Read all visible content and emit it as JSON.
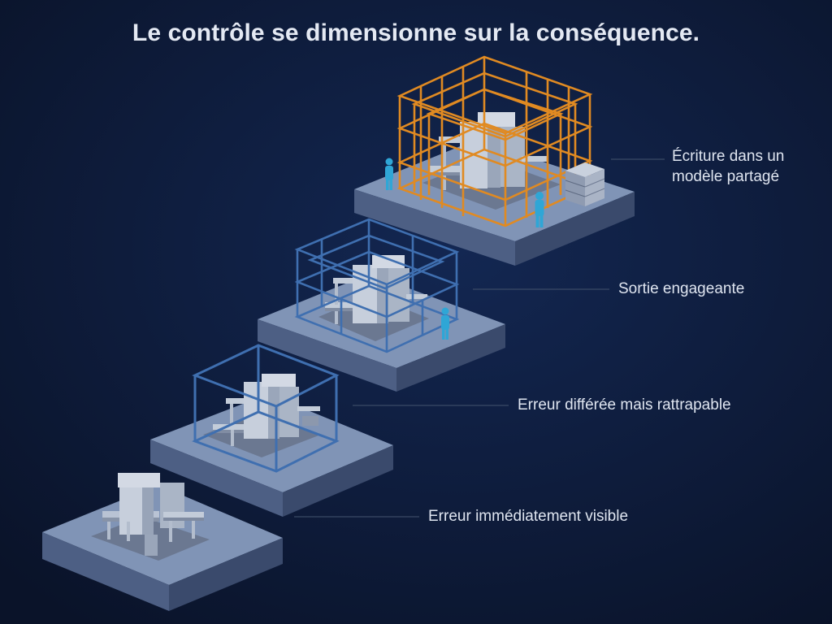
{
  "title": "Le contrôle se dimensionne sur la conséquence.",
  "levels": [
    {
      "label": "Erreur immédiatement visible"
    },
    {
      "label": "Erreur différée mais rattrapable"
    },
    {
      "label": "Sortie engageante"
    },
    {
      "label": "Écriture dans un\nmodèle partagé"
    }
  ],
  "colors": {
    "background": "#0b1730",
    "platform_top": "#8094b6",
    "platform_left": "#4d5f84",
    "platform_right": "#3a4a6c",
    "frame_blue": "#3f6fb0",
    "frame_orange": "#e08a22",
    "person": "#2fa6d6",
    "leader_line": "#3b4a66"
  }
}
